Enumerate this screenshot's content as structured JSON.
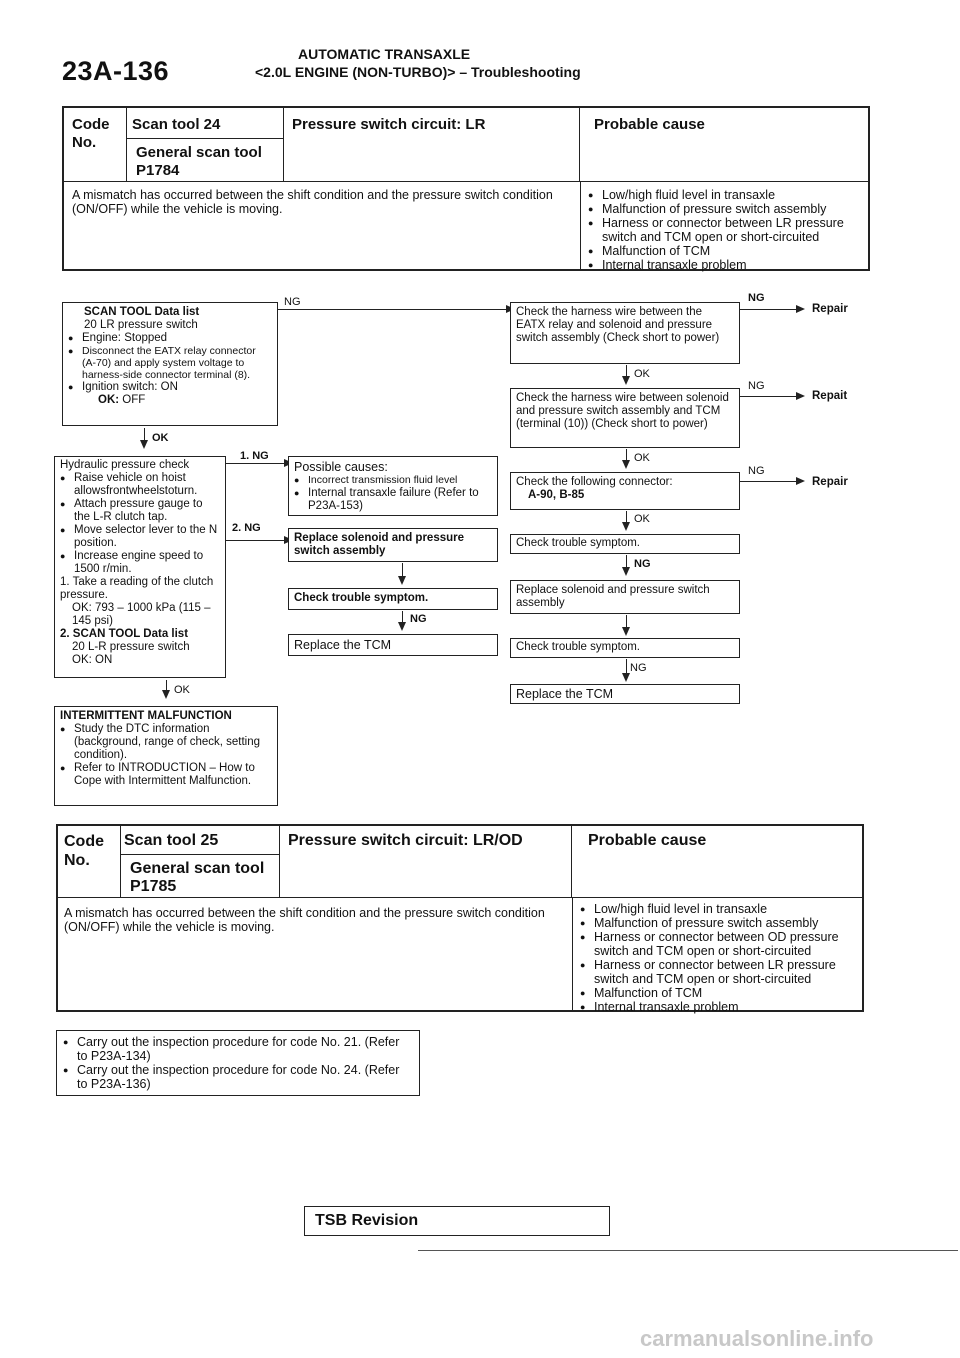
{
  "header": {
    "page_number": "23A-136",
    "title_line1": "AUTOMATIC TRANSAXLE",
    "title_line2": "<2.0L ENGINE (NON-TURBO)> – Troubleshooting"
  },
  "code24": {
    "code_no_label": "Code No.",
    "scan_tool_label": "Scan tool 24",
    "general_scan_tool_label": "General scan tool",
    "general_code": "P1784",
    "circuit_title": "Pressure switch circuit: LR",
    "probable_cause_title": "Probable cause",
    "description": "A mismatch has occurred between the shift condition and the pressure switch condition (ON/OFF) while the vehicle is moving.",
    "causes": [
      "Low/high fluid level in transaxle",
      "Malfunction of pressure switch assembly",
      "Harness or connector between LR pressure switch and TCM open or short-circuited",
      "Malfunction of TCM",
      "Internal transaxle problem"
    ]
  },
  "flow": {
    "scan_box": {
      "title": "SCAN TOOL Data list",
      "line1": "20 LR pressure switch",
      "item_engine": "Engine: Stopped",
      "item_disconnect": "Disconnect the EATX relay connector (A-70) and apply system voltage to harness-side connector terminal (8).",
      "item_ignition": "Ignition switch: ON",
      "ok_label": "OK:",
      "ok_value": "OFF"
    },
    "hyd_box": {
      "title": "Hydraulic pressure check",
      "item1": "Raise vehicle on hoist allowsfrontwheelstoturn.",
      "item2": "Attach pressure gauge to the L-R clutch tap.",
      "item3": "Move selector lever to the N position.",
      "item4": "Increase engine speed to 1500 r/min.",
      "step1": "1. Take a reading of the clutch pressure.",
      "ok1": "OK: 793 – 1000 kPa (115 – 145 psi)",
      "step2": "2. SCAN TOOL Data list",
      "step2_item": "20 L-R pressure switch",
      "step2_ok": "OK: ON"
    },
    "intermittent": {
      "title": "INTERMITTENT MALFUNCTION",
      "item1": "Study the DTC information (background, range of check, setting condition).",
      "item2": "Refer to INTRODUCTION – How to Cope with Intermittent Malfunction."
    },
    "causes_box": {
      "title": "Possible causes:",
      "item1": "Incorrect transmission fluid level",
      "item2": "Internal transaxle failure (Refer to P23A-153)"
    },
    "replace_sol_mid": "Replace solenoid and pressure switch assembly",
    "check_trouble_mid": "Check trouble symptom.",
    "replace_tcm_mid": "Replace the TCM",
    "check1": "Check the harness wire between the EATX relay and solenoid and pressure switch assembly (Check short to power)",
    "check2": "Check the harness wire between solenoid and pressure switch assembly and TCM (terminal (10)) (Check short to power)",
    "check3_line1": "Check the following connector:",
    "check3_line2": "A-90, B-85",
    "check_trouble_right1": "Check trouble symptom.",
    "replace_sol_right": "Replace solenoid and pressure switch assembly",
    "check_trouble_right2": "Check trouble symptom.",
    "replace_tcm_right": "Replace the TCM",
    "repair1": "Repair",
    "repair2": "Repait",
    "repair3": "Repair",
    "ng": "NG",
    "ok": "OK",
    "ng1": "1. NG",
    "ng2": "2. NG"
  },
  "code25": {
    "code_no_label": "Code No.",
    "scan_tool_label": "Scan tool 25",
    "general_scan_tool_label": "General scan tool",
    "general_code": "P1785",
    "circuit_title": "Pressure switch circuit: LR/OD",
    "probable_cause_title": "Probable cause",
    "description": "A mismatch has occurred between the shift condition and the pressure switch condition (ON/OFF) while the vehicle is moving.",
    "causes": [
      "Low/high fluid level in transaxle",
      "Malfunction of pressure switch assembly",
      "Harness or connector between OD pressure switch and TCM open or short-circuited",
      "Harness or connector between LR pressure switch and TCM open or short-circuited",
      "Malfunction of TCM",
      "Internal transaxle problem"
    ]
  },
  "inspection_box": {
    "item1": "Carry out the inspection procedure for code No. 21. (Refer to P23A-134)",
    "item2": "Carry out the inspection procedure for code No. 24. (Refer to P23A-136)"
  },
  "footer": {
    "tsb": "TSB Revision",
    "watermark": "carmanualsonline.info"
  }
}
